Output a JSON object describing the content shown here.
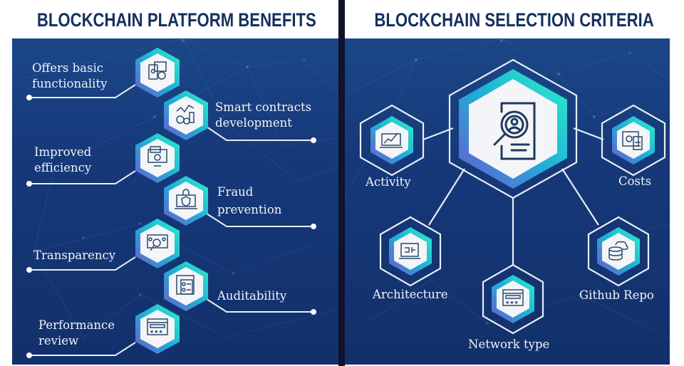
{
  "left_panel": {
    "title": "BLOCKCHAIN PLATFORM BENEFITS",
    "items": [
      {
        "line1": "Offers basic",
        "line2": "functionality",
        "icon": "devices-icon",
        "side": "left"
      },
      {
        "line1": "Smart contracts",
        "line2": "development",
        "icon": "chart-gears-icon",
        "side": "right"
      },
      {
        "line1": "Improved",
        "line2": "efficiency",
        "icon": "monitor-gear-icon",
        "side": "left"
      },
      {
        "line1": "Fraud",
        "line2": "prevention",
        "icon": "laptop-shield-lock-icon",
        "side": "right"
      },
      {
        "line1": "Transparency",
        "line2": "",
        "icon": "dashboard-magnifier-icon",
        "side": "left"
      },
      {
        "line1": "Auditability",
        "line2": "",
        "icon": "document-checklist-icon",
        "side": "right"
      },
      {
        "line1": "Performance",
        "line2": "review",
        "icon": "rating-stars-icon",
        "side": "left"
      }
    ]
  },
  "right_panel": {
    "title": "BLOCKCHAIN SELECTION CRITERIA",
    "center_icon": "search-profile-document-icon",
    "criteria": [
      {
        "label": "Activity",
        "icon": "laptop-chart-icon"
      },
      {
        "label": "Costs",
        "icon": "calculator-chart-icon"
      },
      {
        "label": "Architecture",
        "icon": "laptop-blueprint-icon"
      },
      {
        "label": "Network type",
        "icon": "rating-stars-icon"
      },
      {
        "label": "Github Repo",
        "icon": "cloud-database-icon"
      }
    ]
  },
  "colors": {
    "title_text": "#15305f",
    "panel_bg": "#16397a",
    "divider": "#10122e",
    "hex_teal": "#2ee6c8",
    "hex_purple": "#6a5acd",
    "hex_fill": "#f4f5f8",
    "icon_stroke": "#2b4a6e",
    "label_text": "#f2f4f8"
  }
}
